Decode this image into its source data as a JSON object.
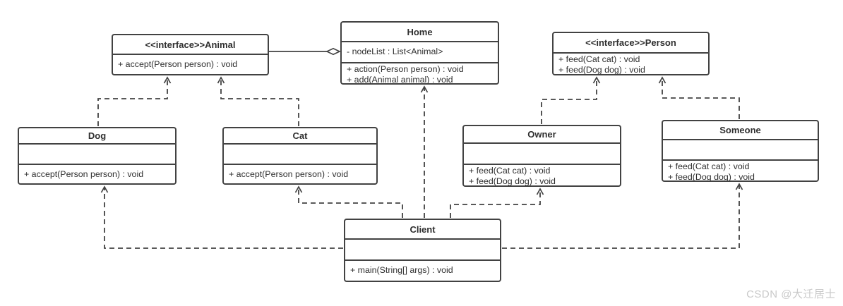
{
  "diagram": {
    "kind": "uml-class-diagram",
    "stroke_color": "#424242",
    "background_color": "#ffffff"
  },
  "classes": {
    "animal": {
      "name": "<<interface>>Animal",
      "attributes": [],
      "methods": [
        "+ accept(Person person) : void"
      ]
    },
    "home": {
      "name": "Home",
      "attributes": [
        "- nodeList : List<Animal>"
      ],
      "methods": [
        "+ action(Person person) : void",
        "+ add(Animal animal) : void"
      ]
    },
    "person": {
      "name": "<<interface>>Person",
      "attributes": [],
      "methods": [
        "+ feed(Cat cat) : void",
        "+ feed(Dog dog) : void"
      ]
    },
    "dog": {
      "name": "Dog",
      "attributes": [],
      "methods": [
        "+ accept(Person person) : void"
      ]
    },
    "cat": {
      "name": "Cat",
      "attributes": [],
      "methods": [
        "+ accept(Person person) : void"
      ]
    },
    "owner": {
      "name": "Owner",
      "attributes": [],
      "methods": [
        "+ feed(Cat cat) : void",
        "+ feed(Dog dog) : void"
      ]
    },
    "someone": {
      "name": "Someone",
      "attributes": [],
      "methods": [
        "+ feed(Cat cat) : void",
        "+ feed(Dog dog) : void"
      ]
    },
    "client": {
      "name": "Client",
      "attributes": [],
      "methods": [
        "+ main(String[] args) : void"
      ]
    }
  },
  "relationships": [
    {
      "from": "Home",
      "to": "Animal",
      "type": "aggregation",
      "line_style": "solid",
      "marker": "hollow-diamond-at-home"
    },
    {
      "from": "Dog",
      "to": "Animal",
      "type": "realization",
      "line_style": "dashed",
      "marker": "open-arrow"
    },
    {
      "from": "Cat",
      "to": "Animal",
      "type": "realization",
      "line_style": "dashed",
      "marker": "open-arrow"
    },
    {
      "from": "Owner",
      "to": "Person",
      "type": "realization",
      "line_style": "dashed",
      "marker": "open-arrow"
    },
    {
      "from": "Someone",
      "to": "Person",
      "type": "realization",
      "line_style": "dashed",
      "marker": "open-arrow"
    },
    {
      "from": "Client",
      "to": "Dog",
      "type": "dependency",
      "line_style": "dashed",
      "marker": "open-arrow"
    },
    {
      "from": "Client",
      "to": "Cat",
      "type": "dependency",
      "line_style": "dashed",
      "marker": "open-arrow"
    },
    {
      "from": "Client",
      "to": "Home",
      "type": "dependency",
      "line_style": "dashed",
      "marker": "open-arrow"
    },
    {
      "from": "Client",
      "to": "Owner",
      "type": "dependency",
      "line_style": "dashed",
      "marker": "open-arrow"
    },
    {
      "from": "Client",
      "to": "Someone",
      "type": "dependency",
      "line_style": "dashed",
      "marker": "open-arrow"
    }
  ],
  "watermark": {
    "text": "CSDN @大迁居士",
    "color": "#c9c9c9"
  }
}
